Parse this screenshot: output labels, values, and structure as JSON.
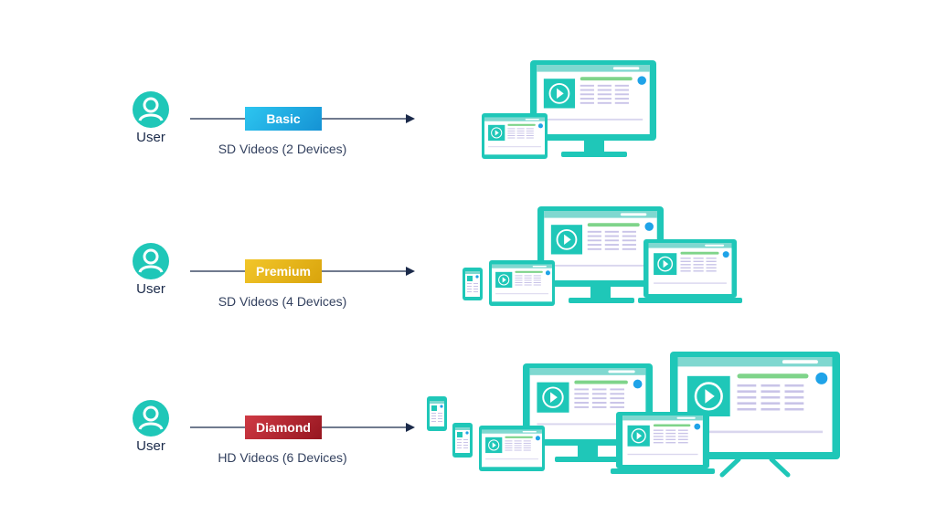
{
  "colors": {
    "teal": "#1fc7b8",
    "teal_light": "#7fd8d0",
    "navy": "#1b2a4a",
    "blue_dot": "#1fa3e8",
    "green_bar": "#7fd48a",
    "grid_lilac": "#c9c4e8",
    "basic": "#1aa8e0",
    "premium": "#e6b317",
    "diamond": "#b3212c"
  },
  "plans": [
    {
      "user_label": "User",
      "plan_name": "Basic",
      "description": "SD Videos (2 Devices)",
      "device_count": 2,
      "icon": "user-icon"
    },
    {
      "user_label": "User",
      "plan_name": "Premium",
      "description": "SD Videos (4 Devices)",
      "device_count": 4,
      "icon": "user-icon"
    },
    {
      "user_label": "User",
      "plan_name": "Diamond",
      "description": "HD Videos (6 Devices)",
      "device_count": 6,
      "icon": "user-icon"
    }
  ]
}
